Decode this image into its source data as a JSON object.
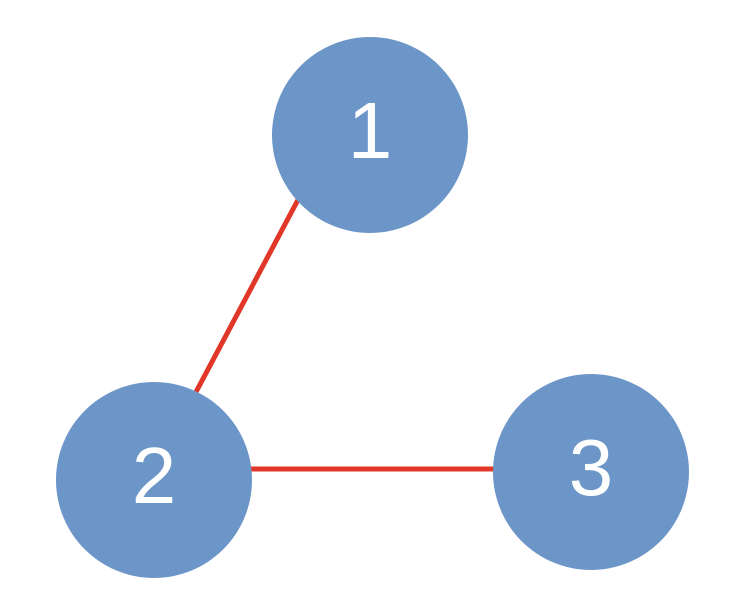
{
  "diagram": {
    "type": "graph",
    "title": "",
    "nodes": [
      {
        "id": "1",
        "label": "1"
      },
      {
        "id": "2",
        "label": "2"
      },
      {
        "id": "3",
        "label": "3"
      }
    ],
    "edges": [
      {
        "from": "1",
        "to": "2"
      },
      {
        "from": "2",
        "to": "3"
      }
    ],
    "colors": {
      "node_fill": "#6D96C8",
      "edge_stroke": "#E13728",
      "label_text": "#FFFFFF",
      "background": "#FFFFFF"
    }
  }
}
